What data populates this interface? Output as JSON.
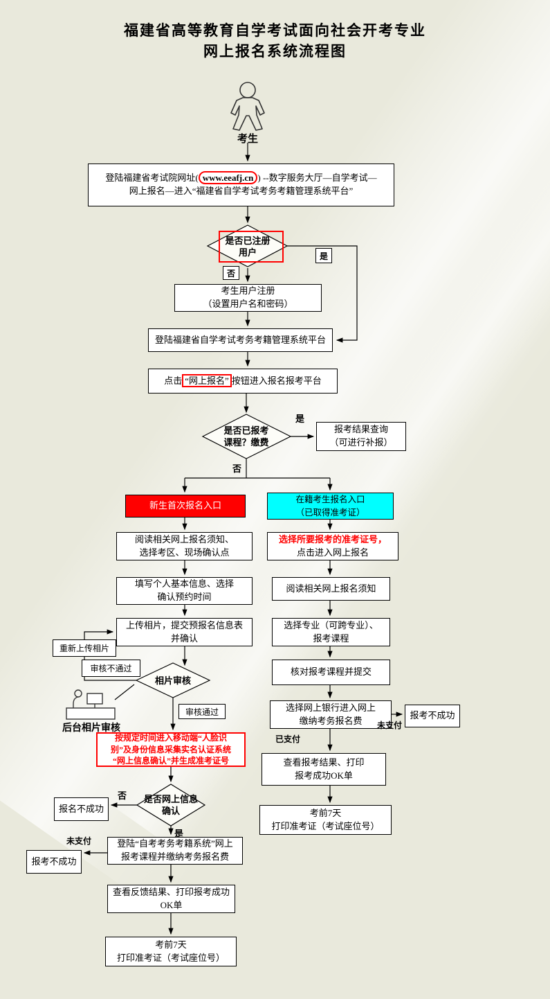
{
  "title": {
    "line1": "福建省高等教育自学考试面向社会开考专业",
    "line2": "网上报名系统流程图"
  },
  "actor": {
    "label": "考生"
  },
  "edge": {
    "yes": "是",
    "no": "否",
    "paid": "已支付",
    "unpaid": "未支付"
  },
  "nodes": {
    "login_portal": {
      "pre": "登陆福建省考试院网址(",
      "url": "www.eeafj.cn",
      "post": ")  --数字服务大厅—自学考试—",
      "line2": "网上报名—进入“福建省自学考试考务考籍管理系统平台”"
    },
    "registered_decision": {
      "line1": "是否已注册",
      "line2": "用户"
    },
    "register": {
      "line1": "考生用户注册",
      "line2": "（设置用户名和密码）"
    },
    "login_system": {
      "line1": "登陆福建省自学考试考务考籍管理系统平台"
    },
    "click_enroll": {
      "pre": "点击",
      "highlight": "“网上报名”",
      "post": "按钮进入报名报考平台"
    },
    "enrolled_decision": {
      "line1": "是否已报考",
      "line2": "课程？缴费"
    },
    "result_query": {
      "line1": "报考结果查询",
      "line2": "（可进行补报）"
    },
    "new_student_entry": {
      "line1": "新生首次报名入口"
    },
    "returning_entry": {
      "line1": "在籍考生报名入口",
      "line2": "（已取得准考证）"
    },
    "left": {
      "read_notice": {
        "line1": "阅读相关网上报名须知、",
        "line2": "选择考区、现场确认点"
      },
      "fill_info": {
        "line1": "填写个人基本信息、选择",
        "line2": "确认预约时间"
      },
      "upload_photo": {
        "line1": "上传相片，提交预报名信息表",
        "line2": "并确认"
      },
      "reupload": "重新上传相片",
      "review_fail": "审核不通过",
      "photo_review": "相片审核",
      "backend_review": "后台相片审核",
      "review_pass": "审核通过",
      "face_auth": {
        "line1": "按规定时间进入移动端“人脸识",
        "line2": "别”及身份信息采集实名认证系统",
        "line3": "“网上信息确认”并生成准考证号"
      },
      "confirm_decision": {
        "line1": "是否网上信息",
        "line2": "确认"
      },
      "signup_fail": "报名不成功",
      "pay_course": {
        "line1": "登陆“自考考务考籍系统”网上",
        "line2": "报考课程并缴纳考务报名费"
      },
      "enroll_fail": "报考不成功",
      "feedback": {
        "line1": "查看反馈结果、打印报考成功",
        "line2": "OK单"
      },
      "print_ticket": {
        "line1": "考前7天",
        "line2": "打印准考证（考试座位号）"
      }
    },
    "right": {
      "choose_ticket": {
        "line1": "选择所要报考的准考证号，",
        "line2": "点击进入网上报名"
      },
      "read_notice": {
        "line1": "阅读相关网上报名须知"
      },
      "choose_major": {
        "line1": "选择专业（可跨专业）、",
        "line2": "报考课程"
      },
      "verify_courses": {
        "line1": "核对报考课程并提交"
      },
      "pay_online": {
        "line1": "选择网上银行进入网上",
        "line2": "缴纳考务报名费"
      },
      "enroll_fail": "报考不成功",
      "view_result": {
        "line1": "查看报考结果、打印",
        "line2": "报考成功OK单"
      },
      "print_ticket": {
        "line1": "考前7天",
        "line2": "打印准考证（考试座位号）"
      }
    }
  },
  "colors": {
    "page_bg": "#e9e9dc",
    "new_entry_bg": "#ff0000",
    "returning_entry_bg": "#00ffff",
    "highlight": "#ff0000",
    "box_border": "#000000"
  }
}
